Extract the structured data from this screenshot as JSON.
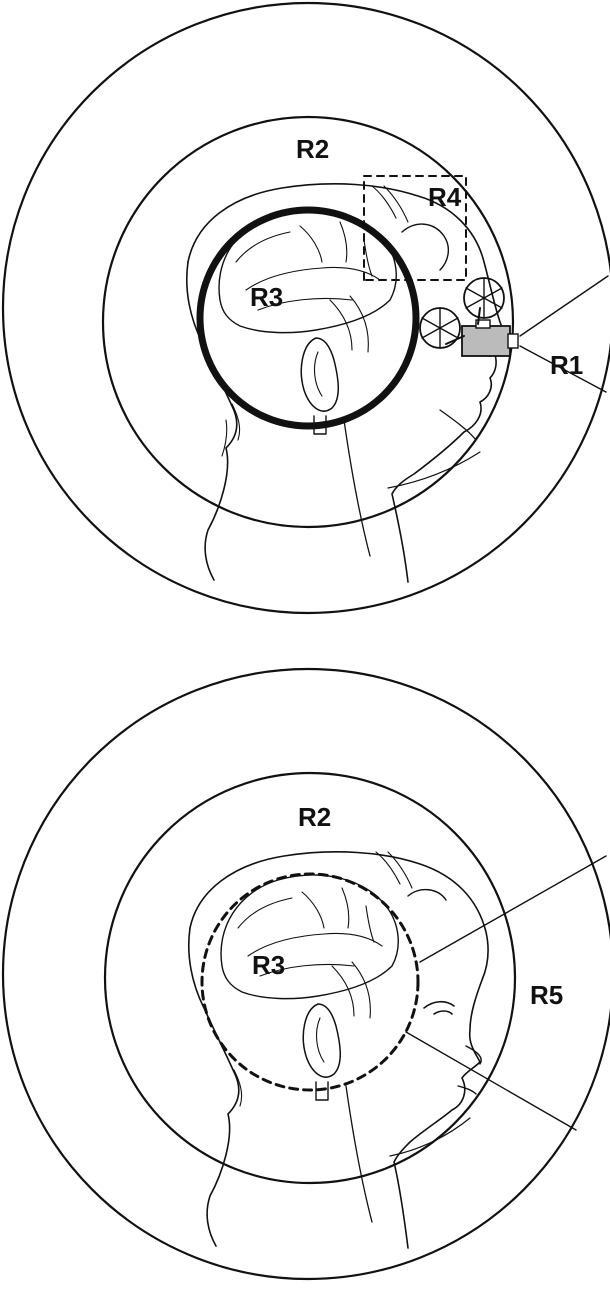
{
  "figure_top": {
    "labels": {
      "r1": "R1",
      "r2": "R2",
      "r3": "R3",
      "r4": "R4"
    }
  },
  "figure_bottom": {
    "labels": {
      "r2": "R2",
      "r3": "R3",
      "r5": "R5"
    }
  }
}
